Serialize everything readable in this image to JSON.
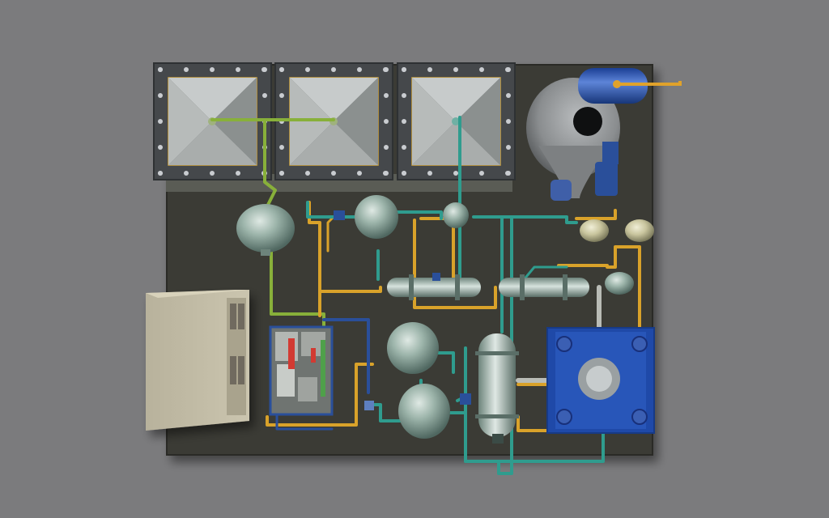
{
  "scene": {
    "colors": {
      "background": "#7b7b7d",
      "skid_base": "#3b3a35",
      "hopper_frame": "#45484b",
      "hopper_face": "#a9adac",
      "bolt": "#c9ccd0",
      "vessel": "#8fa69d",
      "pipe_orange": "#d9a22a",
      "pipe_teal": "#2f9c8e",
      "pipe_green": "#88b03a",
      "pipe_blue": "#2a4f9a",
      "pipe_silver": "#b9bcb6",
      "cabinet": "#c1bba5",
      "blue_tank": "#1f49a8",
      "cyclone": "#8e9193",
      "blue_drum": "#2e58b8"
    },
    "components": [
      {
        "name": "hopper",
        "count": 3
      },
      {
        "name": "cyclone-separator",
        "count": 1
      },
      {
        "name": "blue-receiver-tank",
        "count": 1
      },
      {
        "name": "spherical-vessel",
        "count": 4
      },
      {
        "name": "horizontal-heat-exchanger",
        "count": 2
      },
      {
        "name": "vertical-column",
        "count": 1
      },
      {
        "name": "blue-process-tank",
        "count": 1
      },
      {
        "name": "electrical-cabinet",
        "count": 1
      },
      {
        "name": "pump-skid",
        "count": 1
      }
    ]
  }
}
